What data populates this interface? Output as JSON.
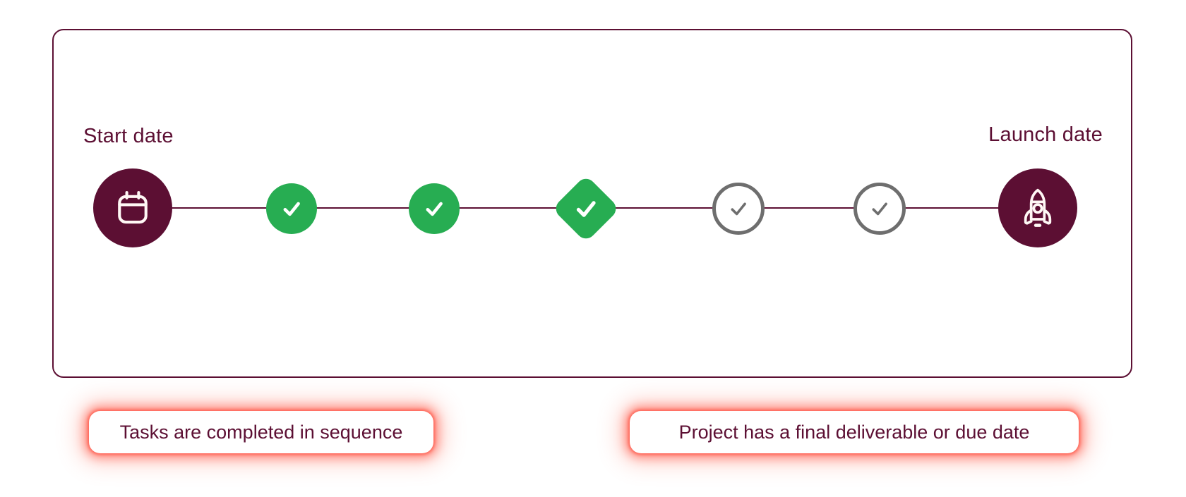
{
  "colors": {
    "maroon": "#5C0F33",
    "green": "#27AD52",
    "gray": "#6E6E6E",
    "glow": "#FF5F50",
    "background": "#FFFFFF",
    "icon_white": "#FFF8F5"
  },
  "timeline": {
    "start_label": "Start date",
    "end_label": "Launch date",
    "nodes": [
      {
        "id": "start",
        "icon": "calendar-icon",
        "shape": "circle",
        "status": "milestone"
      },
      {
        "id": "task-1",
        "icon": "check-icon",
        "shape": "circle",
        "status": "completed"
      },
      {
        "id": "task-2",
        "icon": "check-icon",
        "shape": "circle",
        "status": "completed"
      },
      {
        "id": "task-3",
        "icon": "check-icon",
        "shape": "diamond",
        "status": "completed"
      },
      {
        "id": "task-4",
        "icon": "check-icon",
        "shape": "circle",
        "status": "upcoming"
      },
      {
        "id": "task-5",
        "icon": "check-icon",
        "shape": "circle",
        "status": "upcoming"
      },
      {
        "id": "launch",
        "icon": "rocket-icon",
        "shape": "circle",
        "status": "milestone"
      }
    ]
  },
  "annotations": [
    {
      "label": "Tasks are completed in sequence"
    },
    {
      "label": "Project has a final deliverable or due date"
    }
  ]
}
